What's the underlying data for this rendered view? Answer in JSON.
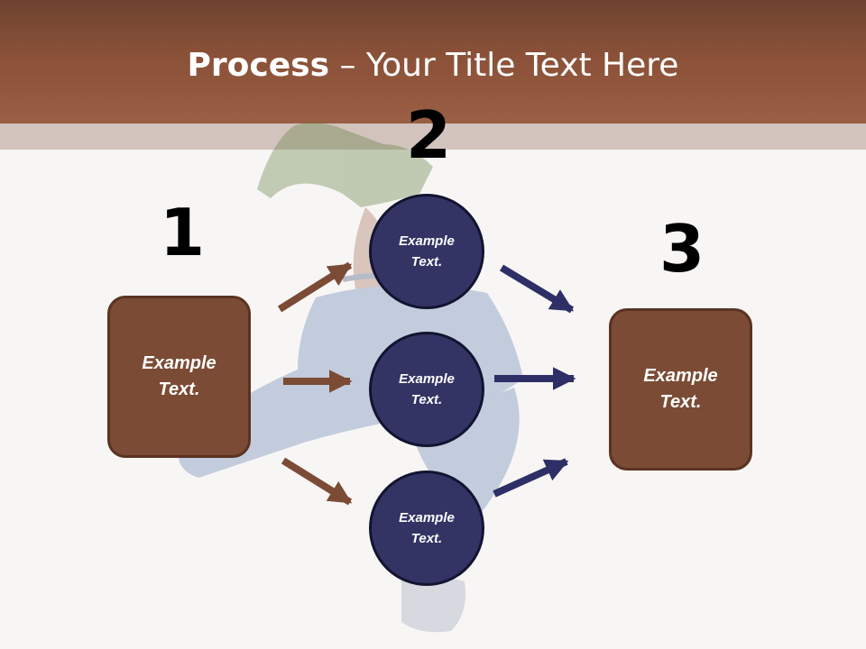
{
  "title": {
    "bold": "Process",
    "rest": " – Your Title Text Here"
  },
  "steps": {
    "n1": "1",
    "n2": "2",
    "n3": "3",
    "left_box": [
      "Example",
      "Text."
    ],
    "circles": [
      [
        "Example",
        "Text."
      ],
      [
        "Example",
        "Text."
      ],
      [
        "Example",
        "Text."
      ]
    ],
    "right_box": [
      "Example",
      "Text."
    ]
  },
  "colors": {
    "brown": "#7b4b35",
    "navy": "#333464",
    "header": "#8a5138"
  }
}
